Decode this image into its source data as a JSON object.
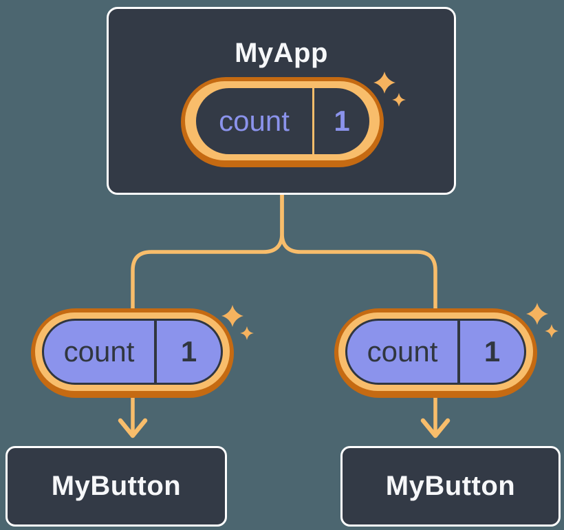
{
  "colors": {
    "background": "#4C6670",
    "node_fill": "#333A46",
    "node_border": "#FFFFFF",
    "node_title_text": "#F6F7F9",
    "ring_outer_orange": "#C56A12",
    "ring_inner_orange": "#F8BD6B",
    "connector_orange": "#F8BD6B",
    "sparkle_orange": "#F6B35F",
    "state_text_purple": "#8B93EC",
    "prop_fill_purple": "#8B93EC",
    "prop_text_dark": "#30363F"
  },
  "root": {
    "title": "MyApp",
    "state": {
      "name": "count",
      "value": "1"
    }
  },
  "children": [
    {
      "title": "MyButton",
      "prop": {
        "name": "count",
        "value": "1"
      }
    },
    {
      "title": "MyButton",
      "prop": {
        "name": "count",
        "value": "1"
      }
    }
  ]
}
